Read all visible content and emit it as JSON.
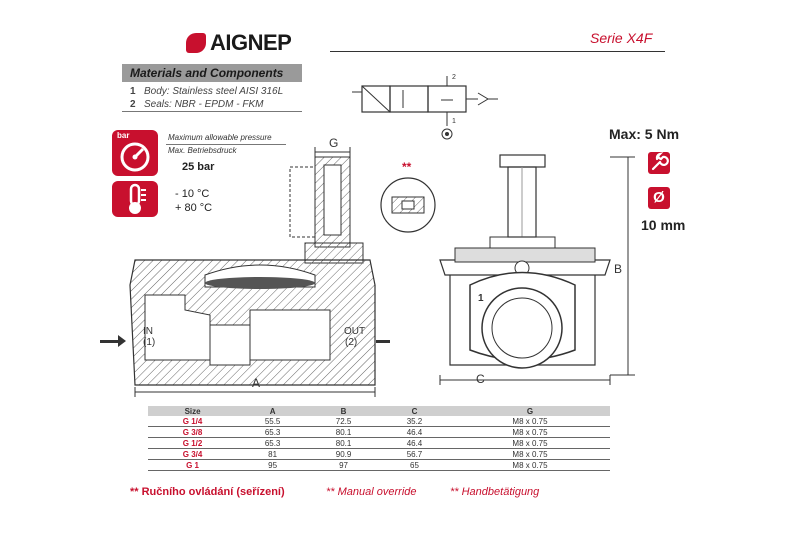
{
  "brand": "AIGNEP",
  "series": "Serie X4F",
  "materials": {
    "heading": "Materials and Components",
    "items": [
      {
        "num": "1",
        "text": "Body: Stainless steel AISI 316L"
      },
      {
        "num": "2",
        "text": "Seals: NBR - EPDM - FKM"
      }
    ]
  },
  "pressure": {
    "label_en": "Maximum allowable pressure",
    "label_de": "Max. Betriebsdruck",
    "value": "25 bar",
    "icon_text": "bar"
  },
  "temperature": {
    "min": "- 10 °C",
    "max": "+ 80 °C"
  },
  "specs": {
    "torque": "Max: 5 Nm",
    "diameter_symbol": "Ø",
    "diameter": "10 mm"
  },
  "drawing_labels": {
    "g": "G",
    "a": "A",
    "b": "B",
    "c": "C",
    "in": "IN",
    "in_num": "(1)",
    "out": "OUT",
    "out_num": "(2)",
    "marker_1": "1",
    "symbol_1": "1",
    "symbol_2": "2",
    "override": "**"
  },
  "table": {
    "headers": [
      "Size",
      "A",
      "B",
      "C",
      "G"
    ],
    "rows": [
      [
        "G 1/4",
        "55.5",
        "72.5",
        "35.2",
        "M8 x 0.75"
      ],
      [
        "G 3/8",
        "65.3",
        "80.1",
        "46.4",
        "M8 x 0.75"
      ],
      [
        "G 1/2",
        "65.3",
        "80.1",
        "46.4",
        "M8 x 0.75"
      ],
      [
        "G 3/4",
        "81",
        "90.9",
        "56.7",
        "M8 x 0.75"
      ],
      [
        "G 1",
        "95",
        "97",
        "65",
        "M8 x 0.75"
      ]
    ]
  },
  "footnote": {
    "cz": "** Ručního ovládání (seřízení)",
    "en": "** Manual override",
    "de": "** Handbetätigung"
  },
  "icons": {
    "pressure": "pressure-gauge-icon",
    "temperature": "thermometer-icon",
    "wrench": "wrench-icon",
    "diameter": "diameter-icon"
  },
  "colors": {
    "brand_red": "#c8102e",
    "header_gray": "#9a9a9a"
  }
}
